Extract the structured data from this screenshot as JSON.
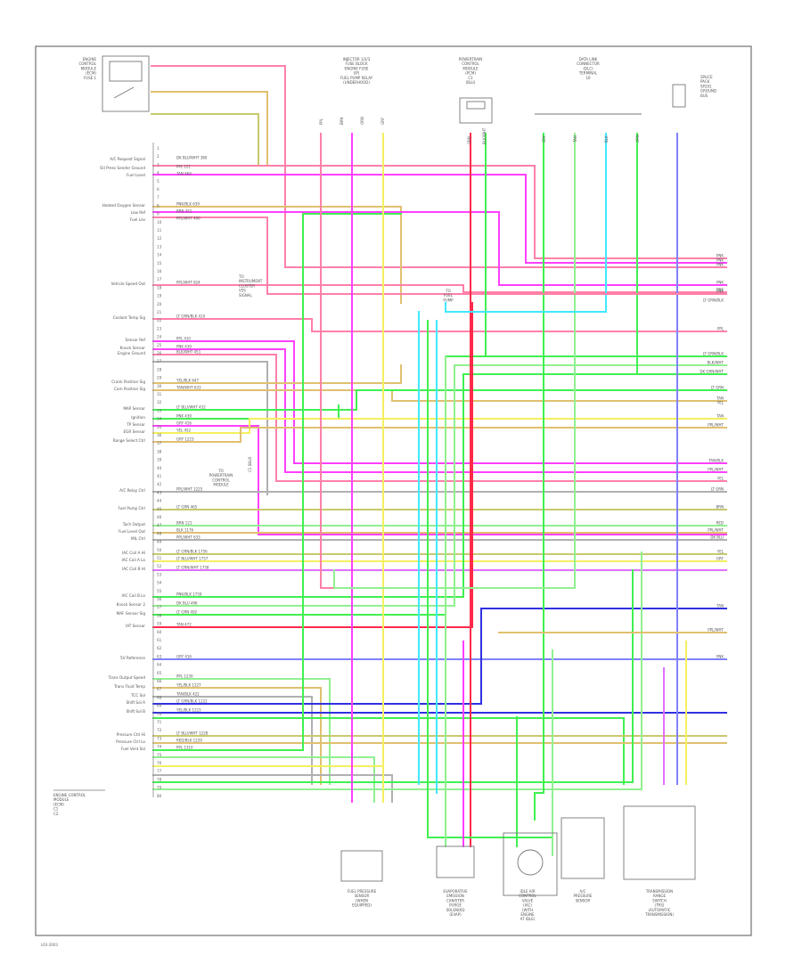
{
  "colors": {
    "pink": "#ff80a8",
    "red": "#ff2a4a",
    "magenta": "#ff40ff",
    "violet": "#e070ff",
    "yellow": "#f4f060",
    "green": "#40f050",
    "cyan": "#40e8ff",
    "blue": "#3030e0",
    "tan": "#e0c070",
    "gray": "#b0b0b0",
    "olive": "#c8c870",
    "lightgreen": "#90f090",
    "periwinkle": "#8080ff",
    "black": "#444444"
  },
  "pin_labels": [
    "A/C Request Signal",
    "Oil Press Sender Ground",
    "Fuel Level",
    "Heated Oxygen Sensor",
    "Low Ref",
    "Fuel Lev",
    "Vehicle Speed Out",
    "Coolant Temp Sig",
    "Sensor Ref",
    "Knock Sensor",
    "Engine Ground",
    "Crank Position Sig",
    "Cam Position Sig",
    "MAP Sensor",
    "Ignition",
    "TP Sensor",
    "EGR Sensor",
    "Range Select Ctrl",
    "A/C Relay Ctrl",
    "Fuel Pump Ctrl",
    "Tach Output",
    "Fuel Level Out",
    "MIL Ctrl",
    "IAC Coil A Hi",
    "IAC Coil A Lo",
    "IAC Coil B Hi",
    "IAC Coil B Lo",
    "Knock Sensor 2",
    "MAF Sensor Sig",
    "IAT Sensor",
    "5V Reference",
    "Trans Output Speed",
    "Trans Fluid Temp",
    "TCC Sol",
    "Shift Sol A",
    "Shift Sol B",
    "Pressure Ctrl Hi",
    "Pressure Ctrl Lo",
    "Fuel Vent Sol"
  ],
  "pin_numbers": [
    "1",
    "2",
    "3",
    "4",
    "5",
    "6",
    "7",
    "8",
    "9",
    "10",
    "11",
    "12",
    "13",
    "14",
    "15",
    "16",
    "17",
    "18",
    "19",
    "20",
    "21",
    "22",
    "23",
    "24",
    "25",
    "26",
    "27",
    "28",
    "29",
    "30",
    "31",
    "32",
    "33",
    "34",
    "35",
    "36",
    "37",
    "38",
    "39",
    "40",
    "41",
    "42",
    "43",
    "44",
    "45",
    "46",
    "47",
    "48",
    "49",
    "50",
    "51",
    "52",
    "53",
    "54",
    "55",
    "56",
    "57",
    "58",
    "59",
    "60",
    "61",
    "62",
    "63",
    "64",
    "65",
    "66",
    "67",
    "68",
    "69",
    "70",
    "71",
    "72",
    "73",
    "74",
    "75",
    "76",
    "77",
    "78",
    "79",
    "80"
  ],
  "wire_labels": [
    "DK BLU/WHT 380",
    "PPL 121",
    "TAN 469",
    "PNK/BLK 639",
    "BRN 451",
    "PPL/WHT 400",
    "PPL/WHT 824",
    "LT GRN/BLK 410",
    "PPL 410",
    "PNK 439",
    "BLK/WHT 451",
    "YEL/BLK 647",
    "TAN/WHT 633",
    "LT BLU/WHT 432",
    "PNK 439",
    "GRY 416",
    "YEL 452",
    "GRY 1223",
    "PPL/WHT 1225",
    "LT GRN 465",
    "BRN 121",
    "BLK 1176",
    "PPL/WHT 633",
    "LT GRN/BLK 1756",
    "LT BLU/WHT 1757",
    "LT GRN/WHT 1758",
    "PNK/BLK 1759",
    "DK BLU 496",
    "LT GRN 492",
    "TAN 472",
    "GRY 416",
    "PPL 1230",
    "YEL/BLK 1227",
    "TAN/BLK 422",
    "LT GRN/BLK 1222",
    "YEL/BLK 1223",
    "LT BLU/WHT 1228",
    "RED/BLK 1229",
    "PPL 1310"
  ],
  "right_labels": [
    "PNK",
    "PNK",
    "PNK",
    "PNK",
    "PNK",
    "PNK",
    "LT GRN/BLK",
    "PPL",
    "LT GRN/BLK",
    "BLK/WHT",
    "DK GRN/WHT",
    "LT GRN",
    "TAN",
    "YEL",
    "TAN",
    "PPL/WHT",
    "TAN/BLK",
    "PPL/WHT",
    "YEL",
    "LT GRN",
    "BRN",
    "RED",
    "PPL/WHT",
    "DK BLU",
    "YEL",
    "GRY",
    "TAN",
    "PPL/WHT",
    "PNK"
  ],
  "component_labels": {
    "top_left_relay": [
      "ENGINE",
      "CONTROL",
      "MODULE",
      "(ECM)",
      "FUSE 1"
    ],
    "top_mid": [
      "INJECTOR 1/2/3",
      "FUSE BLOCK",
      "ENGINE FUSE",
      "(IP)",
      "FUEL PUMP RELAY",
      "(UNDERHOOD)"
    ],
    "top_mid_cols": [
      "PPL",
      "BRN",
      "ORN",
      "GRY"
    ],
    "top_center": [
      "POWERTRAIN",
      "CONTROL",
      "MODULE",
      "(PCM)",
      "C1",
      "(BLU)"
    ],
    "top_center_cols": [
      "ORN",
      "BLK/WHT"
    ],
    "top_right_conn": [
      "DATA LINK",
      "CONNECTOR",
      "(DLC)",
      "TERMINAL",
      "16"
    ],
    "top_right_cols": [
      "GRY",
      "TAN",
      "BLK",
      "ORN"
    ],
    "far_right_ground": [
      "SPLICE",
      "PACK",
      "SP201",
      "GROUND",
      "BUS"
    ],
    "vss_note": [
      "TO",
      "INSTRUMENT",
      "CLUSTER",
      "VSS",
      "SIGNAL"
    ],
    "mid_note": [
      "TO",
      "POWERTRAIN",
      "CONTROL",
      "MODULE"
    ],
    "fuse_note": [
      "TO",
      "FUEL",
      "PUMP"
    ],
    "pin_note": [
      "C1 (BLU)"
    ],
    "left_footer": [
      "ENGINE CONTROL",
      "MODULE",
      "(ECM)",
      "C1",
      "C2"
    ],
    "bottom_comps": [
      [
        "FUEL PRESSURE",
        "SENSOR",
        "(WHEN",
        "EQUIPPED)"
      ],
      [
        "EVAPORATIVE",
        "EMISSION",
        "CANISTER",
        "PURGE",
        "SOLENOID",
        "(EVAP)"
      ],
      [
        "IDLE AIR",
        "CONTROL",
        "VALVE",
        "(IAC)",
        "(WITH",
        "ENGINE",
        "AT IDLE)"
      ],
      [
        "A/C",
        "PRESSURE",
        "SENSOR"
      ],
      [
        "TRANSMISSION",
        "RANGE",
        "SWITCH",
        "(TRS)",
        "(AUTOMATIC",
        "TRANSMISSION)"
      ]
    ]
  },
  "footer_text": "L63-2003"
}
